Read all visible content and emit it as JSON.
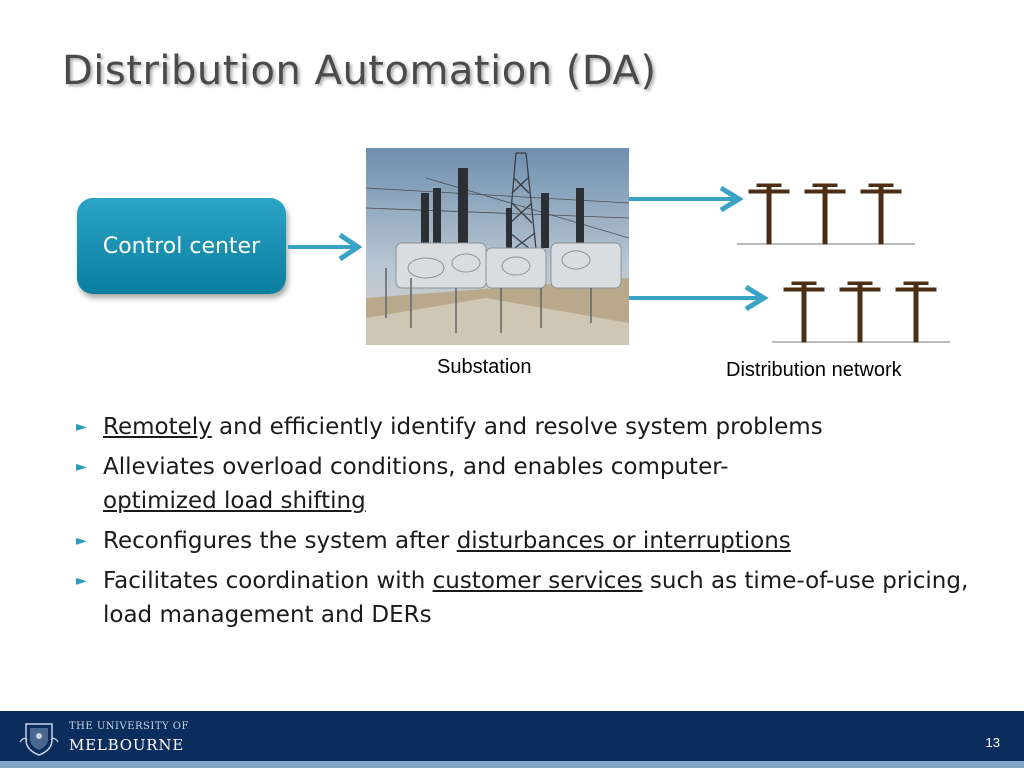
{
  "slide": {
    "title": "Distribution Automation (DA)",
    "page_number": "13"
  },
  "diagram": {
    "control_center": "Control center",
    "substation_label": "Substation",
    "distribution_label": "Distribution network"
  },
  "bullets": [
    {
      "u": "Remotely",
      "rest": " and efficiently identify and resolve system problems"
    },
    {
      "pre": "Alleviates overload conditions, and enables computer-",
      "u": "optimized load shifting"
    },
    {
      "pre": "Reconfigures the system after ",
      "u": "disturbances or interruptions"
    },
    {
      "pre": "Facilitates coordination with ",
      "u": "customer services",
      "rest": " such as time-of-use pricing, load management and DERs"
    }
  ],
  "footer": {
    "logo_line1": "THE UNIVERSITY OF",
    "logo_line2": "MELBOURNE"
  },
  "colors": {
    "accent": "#2a9bbf",
    "footer": "#0a2d5e"
  }
}
